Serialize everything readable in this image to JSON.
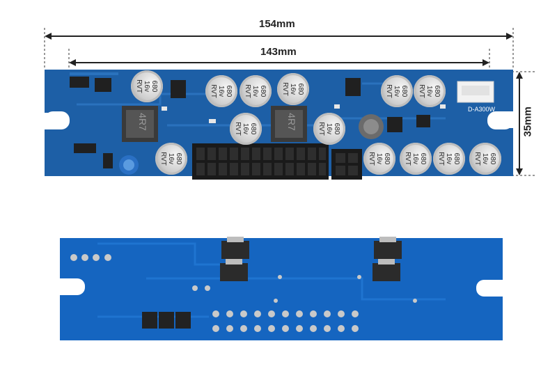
{
  "dimensions": {
    "overall_width": "154mm",
    "inner_width": "143mm",
    "height": "35mm"
  },
  "capacitor": {
    "value": "680",
    "voltage": "16v",
    "series": "RVT"
  },
  "inductor_label": "4R7",
  "board_marking": "D-A300W",
  "colors": {
    "pcb": "#1d5fa6",
    "pcb_dark": "#154a86",
    "pcb_back": "#1565c0",
    "connector": "#1a1a1a",
    "capacitor_body": "#d8d8d8",
    "capacitor_stripe": "#2b2b2b",
    "solder_pad": "#c9c9c9"
  }
}
